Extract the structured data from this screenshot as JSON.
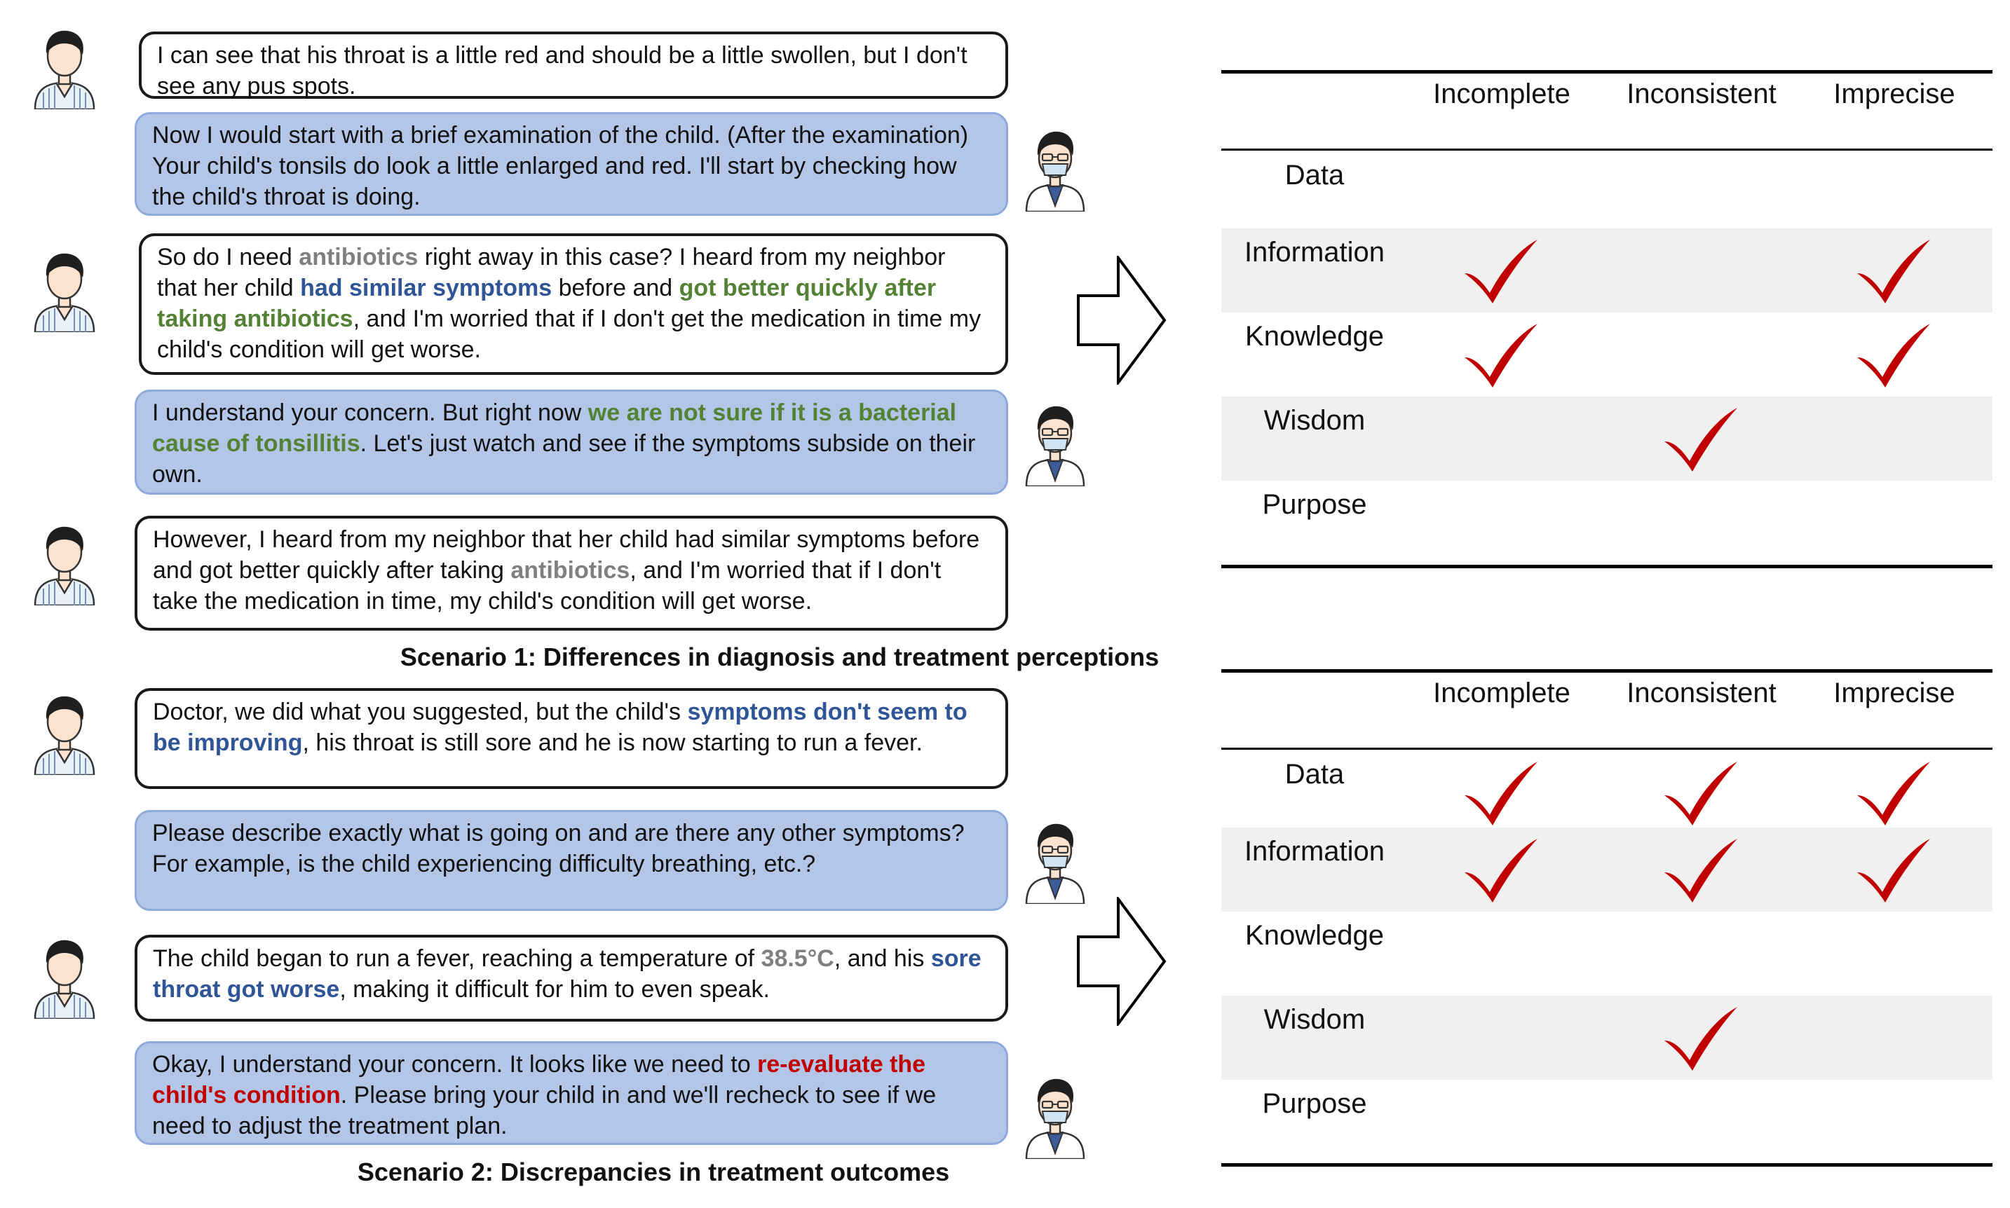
{
  "scenarios": [
    {
      "caption": "Scenario 1: Differences in diagnosis and treatment perceptions",
      "messages": [
        {
          "speaker": "patient",
          "segments": [
            {
              "text": "I can see that his throat is a little red and should be a little swollen, but I don't see any pus spots."
            }
          ]
        },
        {
          "speaker": "doctor",
          "segments": [
            {
              "text": "Now I would start with a brief examination of the child. (After the examination) Your child's tonsils do look a little enlarged and red. I'll start by checking how the child's throat is doing."
            }
          ]
        },
        {
          "speaker": "patient",
          "segments": [
            {
              "text": "So do I need "
            },
            {
              "text": "antibiotics",
              "style": "gray"
            },
            {
              "text": " right away in this case? I heard from my neighbor that her child "
            },
            {
              "text": "had similar symptoms",
              "style": "blue"
            },
            {
              "text": " before and "
            },
            {
              "text": "got better quickly after taking antibiotics",
              "style": "green"
            },
            {
              "text": ", and I'm worried that if I don't get the medication in time my child's condition will get worse."
            }
          ]
        },
        {
          "speaker": "doctor",
          "segments": [
            {
              "text": "I understand your concern. But right now "
            },
            {
              "text": "we are not sure if it is a bacterial cause of tonsillitis",
              "style": "green"
            },
            {
              "text": ". Let's just watch and see if the symptoms subside on their own."
            }
          ]
        },
        {
          "speaker": "patient",
          "segments": [
            {
              "text": "However, I heard from my neighbor that her child had similar symptoms before and got better quickly after taking "
            },
            {
              "text": "antibiotics",
              "style": "gray"
            },
            {
              "text": ", and I'm worried that if I don't take the medication in time, my child's condition will get worse."
            }
          ]
        }
      ],
      "table": {
        "columns": [
          "Incomplete",
          "Inconsistent",
          "Imprecise"
        ],
        "rows": [
          {
            "label": "Data",
            "checks": [
              false,
              false,
              false
            ]
          },
          {
            "label": "Information",
            "checks": [
              true,
              false,
              true
            ]
          },
          {
            "label": "Knowledge",
            "checks": [
              true,
              false,
              true
            ]
          },
          {
            "label": "Wisdom",
            "checks": [
              false,
              true,
              false
            ]
          },
          {
            "label": "Purpose",
            "checks": [
              false,
              false,
              false
            ]
          }
        ]
      }
    },
    {
      "caption": "Scenario 2: Discrepancies in treatment outcomes",
      "messages": [
        {
          "speaker": "patient",
          "segments": [
            {
              "text": "Doctor, we did what you suggested, but the child's "
            },
            {
              "text": "symptoms don't seem to be improving",
              "style": "blue"
            },
            {
              "text": ", his throat is still sore and he is now starting to run a fever."
            }
          ]
        },
        {
          "speaker": "doctor",
          "segments": [
            {
              "text": "Please describe exactly what is going on and are there any other symptoms? For example, is the child experiencing difficulty breathing, etc.?"
            }
          ]
        },
        {
          "speaker": "patient",
          "segments": [
            {
              "text": "The child began to run a fever, reaching a temperature of "
            },
            {
              "text": "38.5°C",
              "style": "gray"
            },
            {
              "text": ", and his "
            },
            {
              "text": "sore throat got worse",
              "style": "blue"
            },
            {
              "text": ", making it difficult for him to even speak."
            }
          ]
        },
        {
          "speaker": "doctor",
          "segments": [
            {
              "text": "Okay, I understand your concern. It looks like we need to "
            },
            {
              "text": "re-evaluate the child's condition",
              "style": "red"
            },
            {
              "text": ". Please bring your child in and we'll recheck to see if we need to adjust the treatment plan."
            }
          ]
        }
      ],
      "table": {
        "columns": [
          "Incomplete",
          "Inconsistent",
          "Imprecise"
        ],
        "rows": [
          {
            "label": "Data",
            "checks": [
              true,
              true,
              true
            ]
          },
          {
            "label": "Information",
            "checks": [
              true,
              true,
              true
            ]
          },
          {
            "label": "Knowledge",
            "checks": [
              false,
              false,
              false
            ]
          },
          {
            "label": "Wisdom",
            "checks": [
              false,
              true,
              false
            ]
          },
          {
            "label": "Purpose",
            "checks": [
              false,
              false,
              false
            ]
          }
        ]
      }
    }
  ],
  "colors": {
    "doctor_bubble": "#b4c6e7",
    "patient_bubble": "#ffffff",
    "check": "#c00000",
    "highlight_gray": "#7f7f7f",
    "highlight_blue": "#2f5597",
    "highlight_green": "#548235",
    "highlight_red": "#c00000"
  },
  "icons": [
    "patient-avatar-icon",
    "doctor-avatar-icon",
    "right-arrow-icon",
    "check-mark-icon"
  ]
}
